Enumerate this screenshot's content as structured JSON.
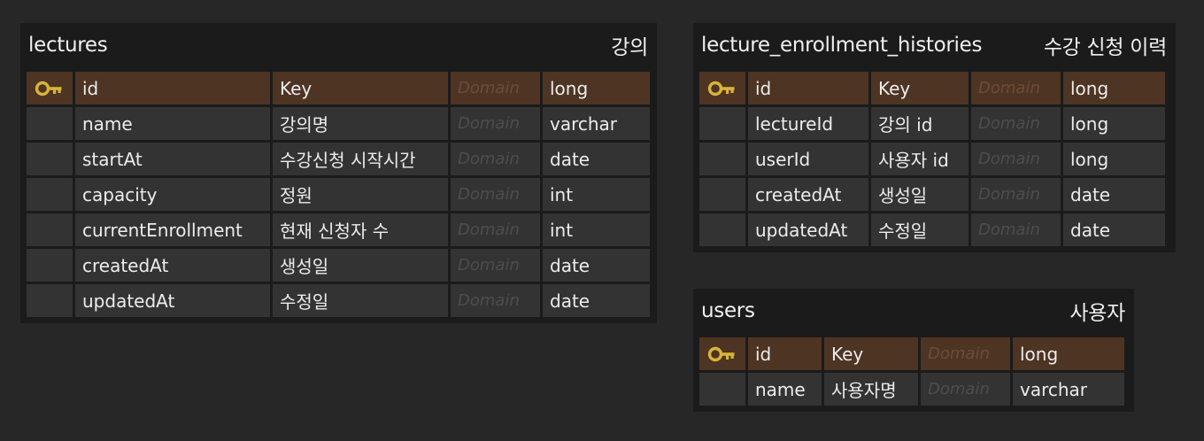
{
  "tables": {
    "lectures": {
      "name": "lectures",
      "comment": "강의",
      "columns": [
        {
          "name": "id",
          "comment": "Key",
          "domain": "Domain",
          "type": "long",
          "pk": true
        },
        {
          "name": "name",
          "comment": "강의명",
          "domain": "Domain",
          "type": "varchar",
          "pk": false
        },
        {
          "name": "startAt",
          "comment": "수강신청 시작시간",
          "domain": "Domain",
          "type": "date",
          "pk": false
        },
        {
          "name": "capacity",
          "comment": "정원",
          "domain": "Domain",
          "type": "int",
          "pk": false
        },
        {
          "name": "currentEnrollment",
          "comment": "현재 신청자 수",
          "domain": "Domain",
          "type": "int",
          "pk": false
        },
        {
          "name": "createdAt",
          "comment": "생성일",
          "domain": "Domain",
          "type": "date",
          "pk": false
        },
        {
          "name": "updatedAt",
          "comment": "수정일",
          "domain": "Domain",
          "type": "date",
          "pk": false
        }
      ]
    },
    "lecture_enrollment_histories": {
      "name": "lecture_enrollment_histories",
      "comment": "수강 신청 이력",
      "columns": [
        {
          "name": "id",
          "comment": "Key",
          "domain": "Domain",
          "type": "long",
          "pk": true
        },
        {
          "name": "lectureId",
          "comment": "강의 id",
          "domain": "Domain",
          "type": "long",
          "pk": false
        },
        {
          "name": "userId",
          "comment": "사용자 id",
          "domain": "Domain",
          "type": "long",
          "pk": false
        },
        {
          "name": "createdAt",
          "comment": "생성일",
          "domain": "Domain",
          "type": "date",
          "pk": false
        },
        {
          "name": "updatedAt",
          "comment": "수정일",
          "domain": "Domain",
          "type": "date",
          "pk": false
        }
      ]
    },
    "users": {
      "name": "users",
      "comment": "사용자",
      "columns": [
        {
          "name": "id",
          "comment": "Key",
          "domain": "Domain",
          "type": "long",
          "pk": true
        },
        {
          "name": "name",
          "comment": "사용자명",
          "domain": "Domain",
          "type": "varchar",
          "pk": false
        }
      ]
    }
  },
  "colors": {
    "background": "#272727",
    "table": "#1b1b1b",
    "cell": "#333333",
    "pk_row": "#4e3423",
    "key_icon": "#d8b43a"
  },
  "icons": {
    "primary_key": "key-icon"
  }
}
